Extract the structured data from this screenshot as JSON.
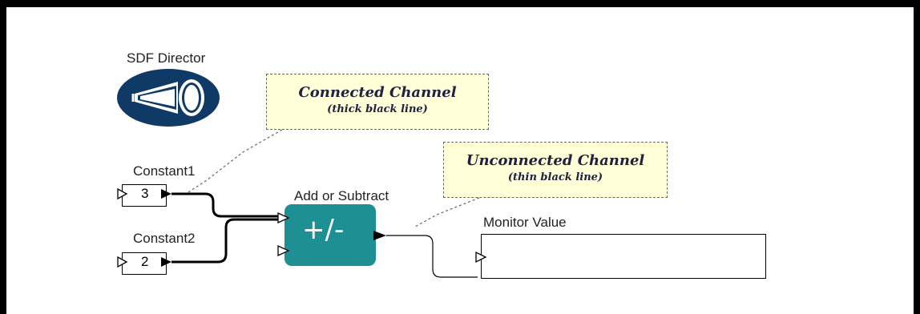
{
  "director": {
    "label": "SDF Director",
    "icon": "megaphone-icon"
  },
  "callouts": {
    "connected": {
      "title": "Connected Channel",
      "subtitle": "(thick black line)"
    },
    "unconnected": {
      "title": "Unconnected Channel",
      "subtitle": "(thin black line)"
    }
  },
  "actors": {
    "constant1": {
      "name": "Constant1",
      "value": "3"
    },
    "constant2": {
      "name": "Constant2",
      "value": "2"
    },
    "adder": {
      "name": "Add or Subtract",
      "symbol": "+/-"
    },
    "monitor": {
      "name": "Monitor Value"
    }
  },
  "colors": {
    "adder_fill": "#1e9094",
    "director_fill": "#0f3a66",
    "callout_fill": "#ffffd8"
  }
}
